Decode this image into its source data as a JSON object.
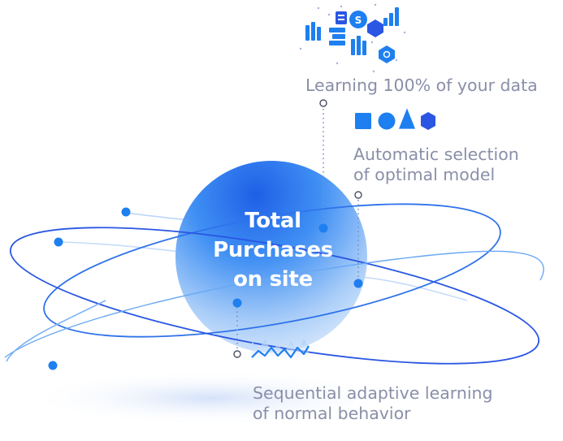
{
  "center": {
    "lines": [
      "Total",
      "Purchases",
      "on site"
    ]
  },
  "captions": {
    "data_learning": [
      "Learning 100% of your data"
    ],
    "model_selection": [
      "Automatic selection",
      "of optimal model"
    ],
    "sequential": [
      "Sequential adaptive learning",
      "of normal behavior"
    ]
  },
  "source_icons": [
    "bars-icon",
    "stack-icon",
    "s-badge-icon",
    "signal-bars-icon",
    "bars-icon",
    "query-hexagon-icon"
  ],
  "model_icons": [
    "square-icon",
    "circle-icon",
    "triangle-icon",
    "hexagon-icon"
  ],
  "colors": {
    "accent": "#1e7ff0",
    "deep_blue": "#2a56e3",
    "light_blue": "#b9d6fb",
    "caption_gray": "#8a8fa8"
  }
}
